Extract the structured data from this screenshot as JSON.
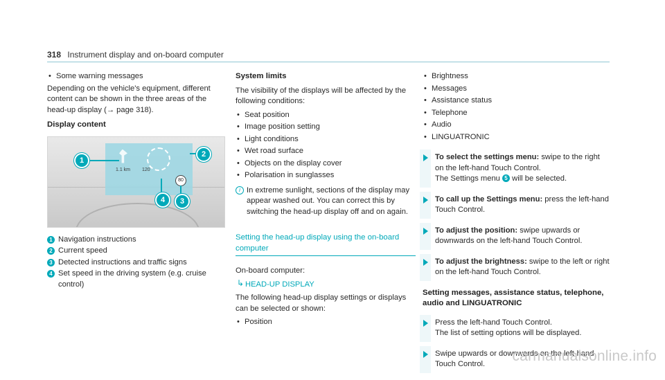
{
  "header": {
    "page_number": "318",
    "title": "Instrument display and on-board computer"
  },
  "col1": {
    "top_bullet": "Some warning messages",
    "intro": "Depending on the vehicle's equipment, different content can be shown in the three areas of the head-up display (→ page 318).",
    "display_content_heading": "Display content",
    "figure": {
      "callouts": [
        "1",
        "2",
        "3",
        "4"
      ],
      "speed_sign": "80",
      "set_speed": "120",
      "distance": "1.1 km"
    },
    "legend": [
      {
        "num": "1",
        "text": "Navigation instructions"
      },
      {
        "num": "2",
        "text": "Current speed"
      },
      {
        "num": "3",
        "text": "Detected instructions and traffic signs"
      },
      {
        "num": "4",
        "text": "Set speed in the driving system (e.g. cruise control)"
      }
    ]
  },
  "col2": {
    "system_limits_heading": "System limits",
    "system_limits_intro": "The visibility of the displays will be affected by the following conditions:",
    "conditions": [
      "Seat position",
      "Image position setting",
      "Light conditions",
      "Wet road surface",
      "Objects on the display cover",
      "Polarisation in sunglasses"
    ],
    "note": "In extreme sunlight, sections of the display may appear washed out. You can correct this by switching the head-up display off and on again.",
    "section_heading": "Setting the head-up display using the on-board computer",
    "onboard_label": "On-board computer:",
    "menu_path": "HEAD-UP DISPLAY",
    "settings_intro": "The following head-up display settings or displays can be selected or shown:",
    "settings": [
      "Position"
    ]
  },
  "col3": {
    "settings_cont": [
      "Brightness",
      "Messages",
      "Assistance status",
      "Telephone",
      "Audio",
      "LINGUATRONIC"
    ],
    "steps": [
      {
        "label": "To select the settings menu:",
        "text": " swipe to the right on the left-hand Touch Control.",
        "extra_pre": "The Settings menu ",
        "bubble": "5",
        "extra_post": " will be selected."
      },
      {
        "label": "To call up the Settings menu:",
        "text": " press the left-hand Touch Control."
      },
      {
        "label": "To adjust the position:",
        "text": " swipe upwards or downwards on the left-hand Touch Control."
      },
      {
        "label": "To adjust the brightness:",
        "text": " swipe to the left or right on the left-hand Touch Control."
      }
    ],
    "subheading": "Setting messages, assistance status, telephone, audio and LINGUATRONIC",
    "steps2": [
      {
        "text": "Press the left-hand Touch Control.",
        "extra": "The list of setting options will be displayed."
      },
      {
        "text": "Swipe upwards or downwards on the left-hand Touch Control."
      }
    ]
  },
  "watermark": "carmanualsonline.info"
}
